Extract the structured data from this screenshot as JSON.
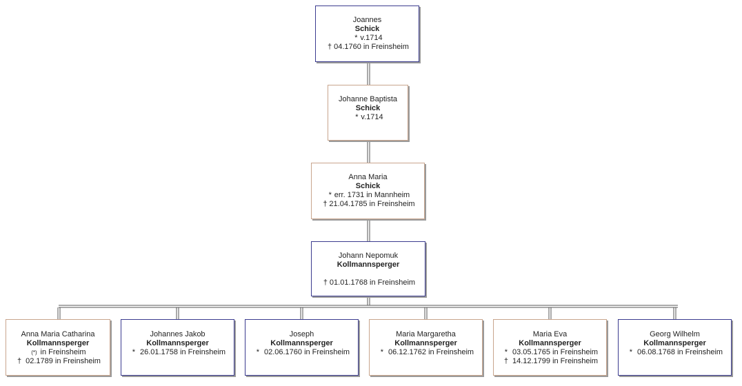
{
  "persons": [
    {
      "id": "joannes",
      "given": "Joannes",
      "surname": "Schick",
      "sex": "male",
      "events": [
        {
          "symbol": "*",
          "text": "v.1714"
        },
        {
          "symbol": "†",
          "text": "04.1760 in Freinsheim"
        }
      ]
    },
    {
      "id": "johanne",
      "given": "Johanne Baptista",
      "surname": "Schick",
      "sex": "female",
      "events": [
        {
          "symbol": "*",
          "text": "v.1714"
        }
      ]
    },
    {
      "id": "anna",
      "given": "Anna Maria",
      "surname": "Schick",
      "sex": "female",
      "events": [
        {
          "symbol": "*",
          "text": "err. 1731 in Mannheim"
        },
        {
          "symbol": "†",
          "text": "21.04.1785 in Freinsheim"
        }
      ]
    },
    {
      "id": "johann",
      "given": "Johann Nepomuk",
      "surname": "Kollmannsperger",
      "sex": "male",
      "events": [
        {
          "symbol": "†",
          "text": "01.01.1768 in Freinsheim"
        }
      ]
    },
    {
      "id": "c1",
      "given": "Anna Maria Catharina",
      "surname": "Kollmannsperger",
      "sex": "female",
      "events": [
        {
          "symbol": "(*)",
          "text": "in Freinsheim"
        },
        {
          "symbol": "†",
          "text": "02.1789 in Freinsheim"
        }
      ]
    },
    {
      "id": "c2",
      "given": "Johannes Jakob",
      "surname": "Kollmannsperger",
      "sex": "male",
      "events": [
        {
          "symbol": "*",
          "text": "26.01.1758 in Freinsheim"
        }
      ]
    },
    {
      "id": "c3",
      "given": "Joseph",
      "surname": "Kollmannsperger",
      "sex": "male",
      "events": [
        {
          "symbol": "*",
          "text": "02.06.1760 in Freinsheim"
        }
      ]
    },
    {
      "id": "c4",
      "given": "Maria Margaretha",
      "surname": "Kollmannsperger",
      "sex": "female",
      "events": [
        {
          "symbol": "*",
          "text": "06.12.1762 in Freinsheim"
        }
      ]
    },
    {
      "id": "c5",
      "given": "Maria Eva",
      "surname": "Kollmannsperger",
      "sex": "female",
      "events": [
        {
          "symbol": "*",
          "text": "03.05.1765 in Freinsheim"
        },
        {
          "symbol": "†",
          "text": "14.12.1799 in Freinsheim"
        }
      ]
    },
    {
      "id": "c6",
      "given": "Georg Wilhelm",
      "surname": "Kollmannsperger",
      "sex": "male",
      "events": [
        {
          "symbol": "*",
          "text": "06.08.1768 in Freinsheim"
        }
      ]
    }
  ],
  "colors": {
    "male_border": "#3a3a8e",
    "female_border": "#c8a48c",
    "connector": "#555555"
  }
}
